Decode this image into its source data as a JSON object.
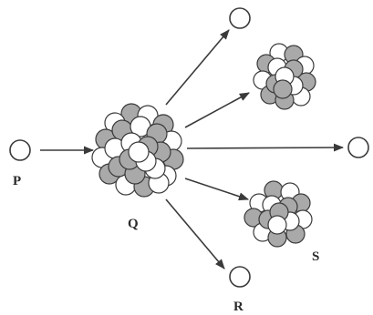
{
  "labels": {
    "neutron_in": "P",
    "nucleus": "Q",
    "neutron_out": "R",
    "fragment": "S"
  },
  "colors": {
    "stroke": "#3a3a3a",
    "neutron_fill": "#ffffff",
    "proton_fill": "#a9a9a9",
    "background": "#ffffff"
  }
}
